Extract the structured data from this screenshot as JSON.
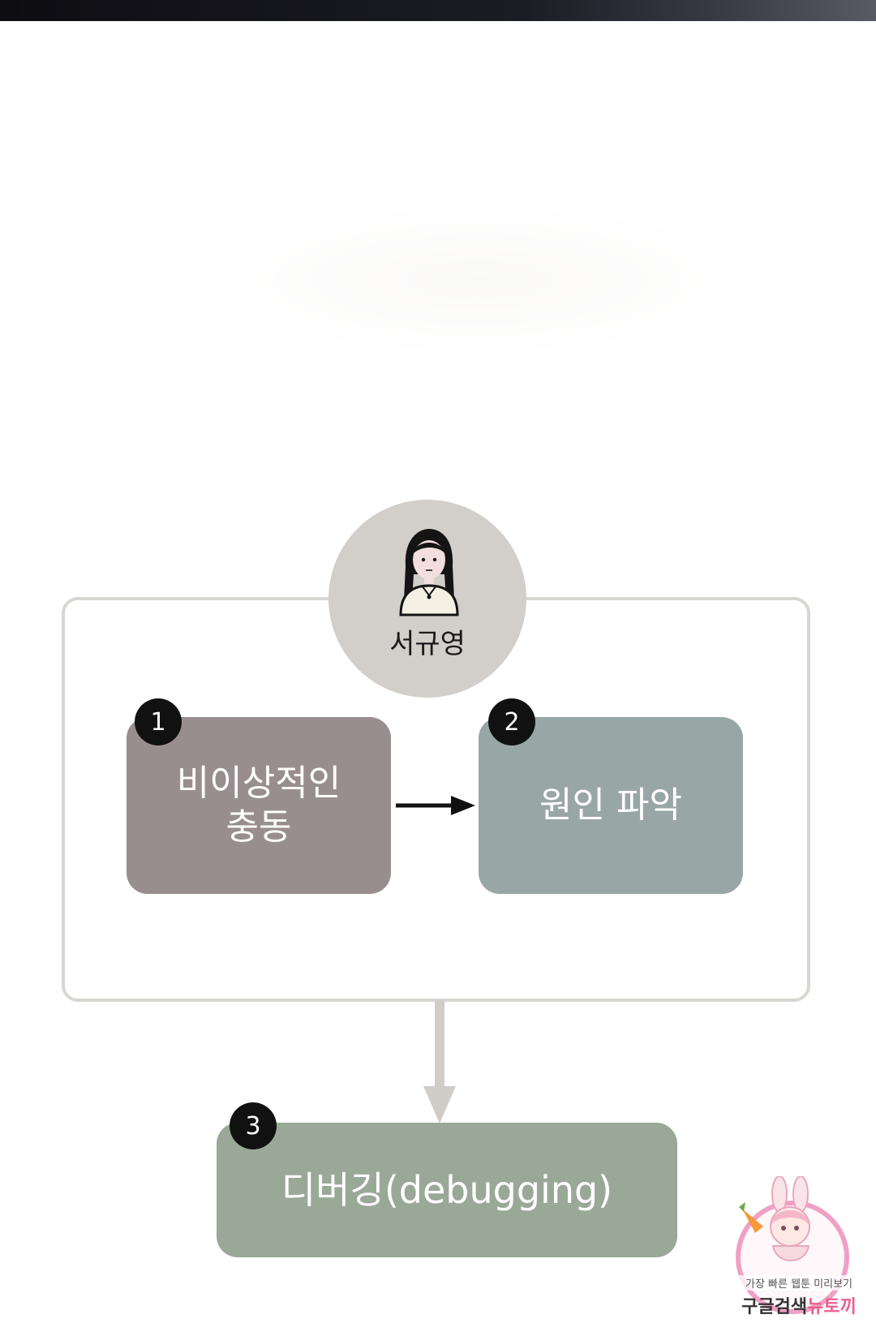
{
  "diagram": {
    "person": {
      "name": "서규영",
      "icon": "woman-avatar-icon"
    },
    "steps": [
      {
        "number": "1",
        "label": "비이상적인\n충동",
        "color": "#998e8f"
      },
      {
        "number": "2",
        "label": "원인 파악",
        "color": "#99a6a6"
      },
      {
        "number": "3",
        "label": "디버깅(debugging)",
        "color": "#9aa898"
      }
    ],
    "colors": {
      "panel_border": "#d8d6d2",
      "avatar_bg": "#d2cfca",
      "badge": "#111111"
    }
  },
  "watermark": {
    "line1": "가장 빠른 웹툰 미리보기",
    "line2_prefix": "구글검색",
    "line2_brand": "뉴토끼"
  }
}
